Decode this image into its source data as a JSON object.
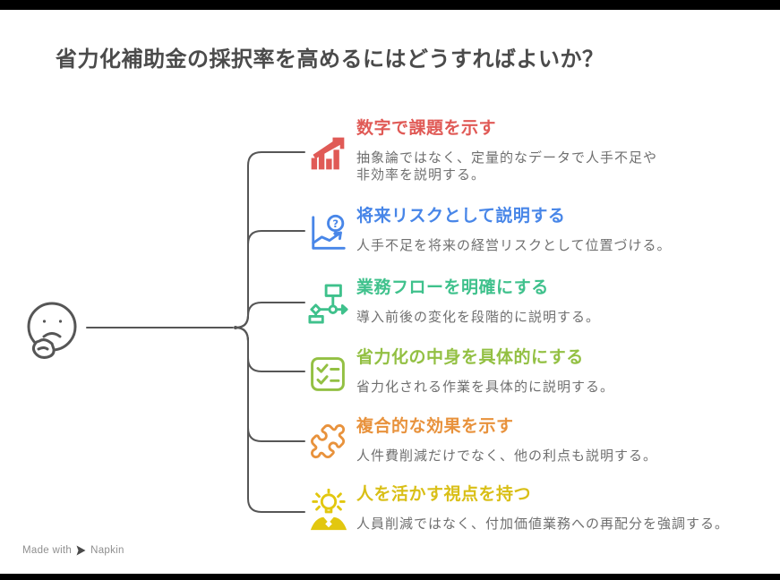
{
  "title": "省力化補助金の採択率を高めるにはどうすればよいか？",
  "root": {
    "icon": "thinking-face-icon",
    "color": "#565656"
  },
  "connector_color": "#565656",
  "items": [
    {
      "icon": "bar-chart-growth-icon",
      "color": "#e05a56",
      "title": "数字で課題を示す",
      "description": "抽象論ではなく、定量的なデータで人手不足や非効率を説明する。"
    },
    {
      "icon": "chart-question-icon",
      "color": "#4886e8",
      "title": "将来リスクとして説明する",
      "description": "人手不足を将来の経営リスクとして位置づける。"
    },
    {
      "icon": "flowchart-icon",
      "color": "#3fc18c",
      "title": "業務フローを明確にする",
      "description": "導入前後の変化を段階的に説明する。"
    },
    {
      "icon": "checklist-icon",
      "color": "#93c043",
      "title": "省力化の中身を具体的にする",
      "description": "省力化される作業を具体的に説明する。"
    },
    {
      "icon": "puzzle-icon",
      "color": "#e8923c",
      "title": "複合的な効果を示す",
      "description": "人件費削減だけでなく、他の利点も説明する。"
    },
    {
      "icon": "person-idea-icon",
      "color": "#d9bf17",
      "title": "人を活かす視点を持つ",
      "description": "人員削減ではなく、付加価値業務への再配分を強調する。"
    }
  ],
  "footer": {
    "made_with": "Made with",
    "brand": "Napkin"
  }
}
